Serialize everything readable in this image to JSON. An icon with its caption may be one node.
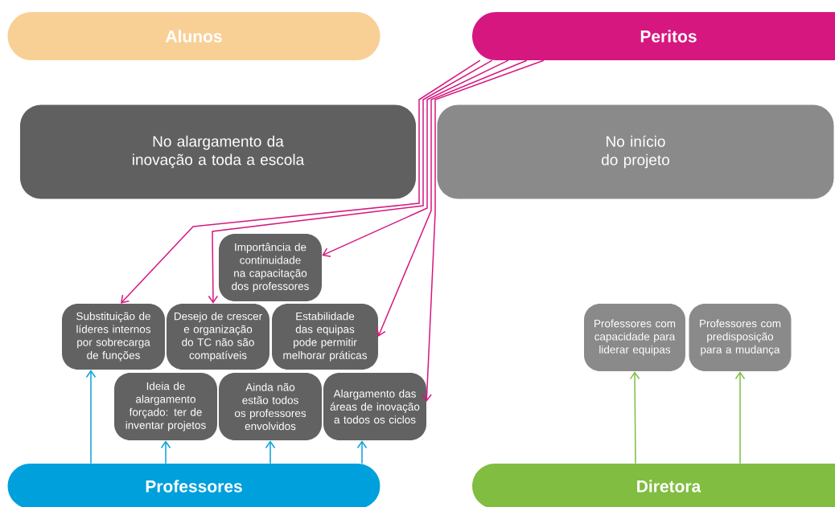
{
  "diagram": {
    "nodes": [
      {
        "text": [
          "Alunos"
        ]
      },
      {
        "text": [
          "Peritos"
        ]
      },
      {
        "text": [
          "No alargamento da inovação a toda a escola"
        ]
      },
      {
        "text": [
          "No início do projeto"
        ]
      },
      {
        "text": [
          "Importância de continuidade na capacitação dos professores"
        ]
      },
      {
        "text": [
          "Substituição de líderes internos por sobrecarga de funções"
        ]
      },
      {
        "text": [
          "Desejo de crescer e organização do TC não são compatíveis"
        ]
      },
      {
        "text": [
          "Estabilidade das equipas pode permitir melhorar práticas"
        ]
      },
      {
        "text": [
          "Ideia de alargamento forçado: ter de inventar projetos"
        ]
      },
      {
        "text": [
          "Ainda não estão todos os professores envolvidos"
        ]
      },
      {
        "text": [
          "Alargamento das áreas de inovação a todos os ciclos"
        ]
      },
      {
        "text": [
          "Professores com capacidade para liderar equipas"
        ]
      },
      {
        "text": [
          "Professores com predisposição para a mudança"
        ]
      },
      {
        "text": [
          "Professores"
        ]
      },
      {
        "text": [
          "Diretora"
        ]
      }
    ],
    "edges": [
      {
        "from": 1,
        "to": 5,
        "arrow": "to"
      },
      {
        "from": 1,
        "to": 6,
        "arrow": "to"
      },
      {
        "from": 1,
        "to": 4,
        "arrow": "to"
      },
      {
        "from": 1,
        "to": 7,
        "arrow": "to"
      },
      {
        "from": 1,
        "to": 10,
        "arrow": "to"
      },
      {
        "from": 13,
        "to": 5,
        "arrow": "to",
        "color": "#0aa0d8"
      },
      {
        "from": 13,
        "to": 8,
        "arrow": "to",
        "color": "#0aa0d8"
      },
      {
        "from": 13,
        "to": 9,
        "arrow": "to",
        "color": "#0aa0d8"
      },
      {
        "from": 13,
        "to": 10,
        "arrow": "to",
        "color": "#0aa0d8"
      },
      {
        "from": 14,
        "to": 11,
        "arrow": "to",
        "color": "#80bd41"
      },
      {
        "from": 14,
        "to": 12,
        "arrow": "to",
        "color": "#80bd41"
      }
    ]
  }
}
